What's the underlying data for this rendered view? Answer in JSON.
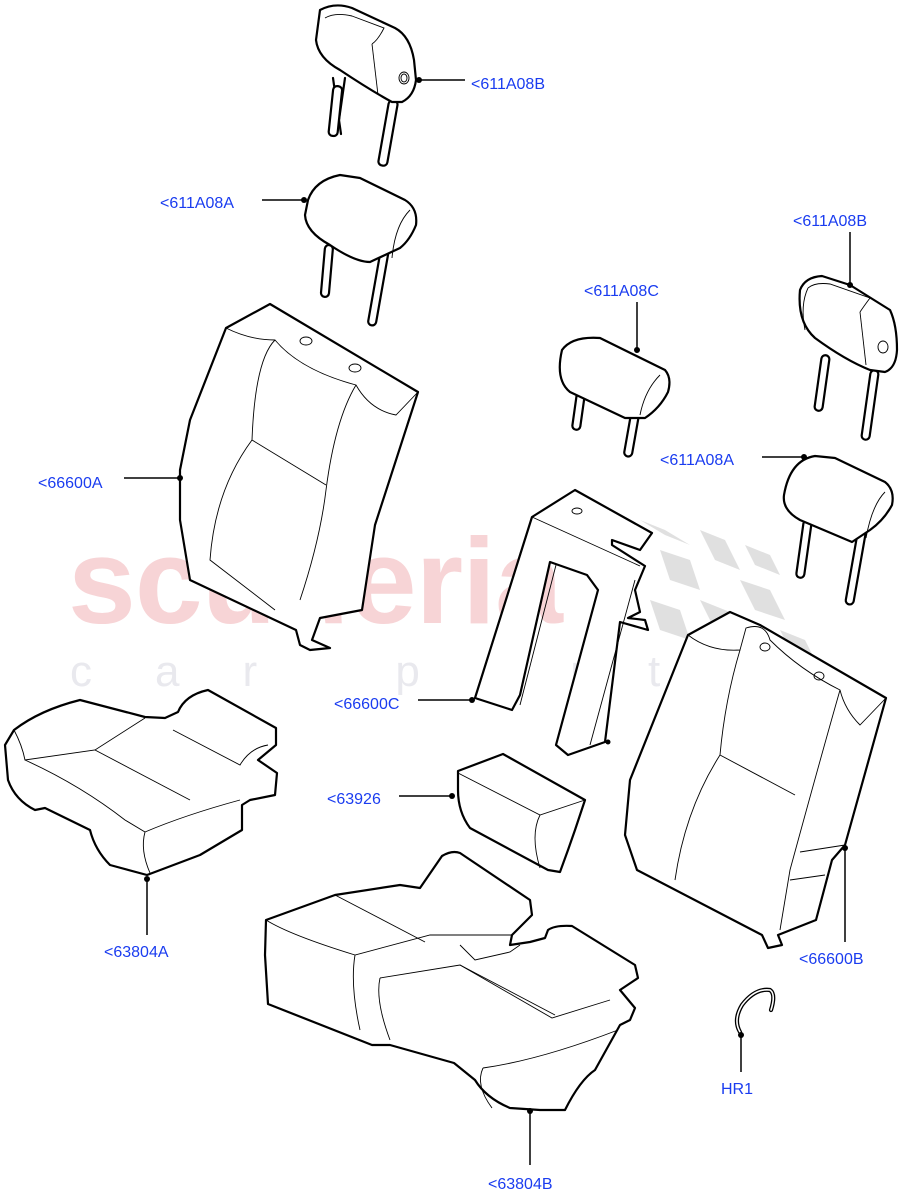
{
  "diagram": {
    "title": "Rear seat covers exploded parts diagram",
    "watermark": {
      "brand": "scuderia",
      "tagline": "car parts",
      "brand_color": "#f7d4d6",
      "tagline_color": "#e9e9ee"
    },
    "callout_color": "#1a3cf0",
    "callouts": [
      {
        "id": "c1",
        "text": "<611A08B",
        "part": "headrest-outer-left"
      },
      {
        "id": "c2",
        "text": "<611A08A",
        "part": "headrest-left"
      },
      {
        "id": "c3",
        "text": "<611A08B",
        "part": "headrest-outer-right"
      },
      {
        "id": "c4",
        "text": "<611A08C",
        "part": "headrest-center"
      },
      {
        "id": "c5",
        "text": "<611A08A",
        "part": "headrest-right"
      },
      {
        "id": "c6",
        "text": "<66600A",
        "part": "backrest-cover-left"
      },
      {
        "id": "c7",
        "text": "<66600C",
        "part": "backrest-cover-center"
      },
      {
        "id": "c8",
        "text": "<63926",
        "part": "armrest-cover"
      },
      {
        "id": "c9",
        "text": "<63804A",
        "part": "cushion-cover-left"
      },
      {
        "id": "c10",
        "text": "<66600B",
        "part": "backrest-cover-right"
      },
      {
        "id": "c11",
        "text": "HR1",
        "part": "hog-ring"
      },
      {
        "id": "c12",
        "text": "<63804B",
        "part": "cushion-cover-right"
      }
    ]
  }
}
